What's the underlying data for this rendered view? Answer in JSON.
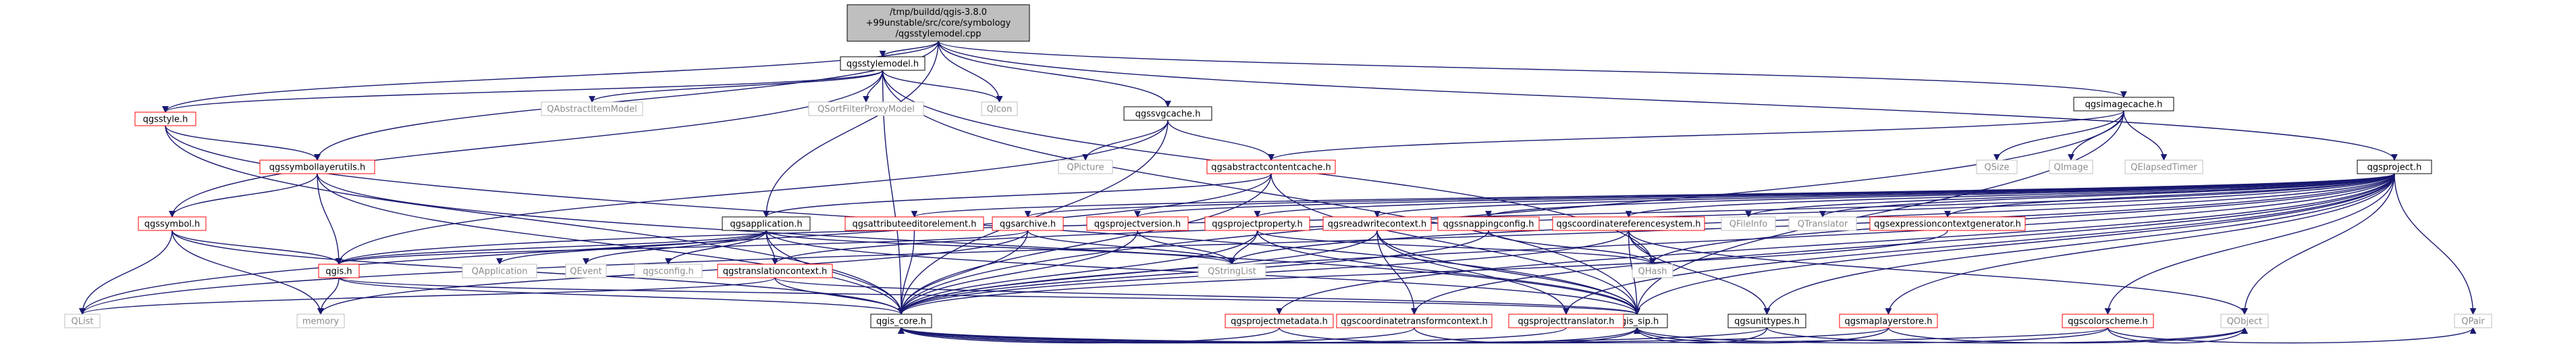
{
  "root": {
    "lines": [
      "/tmp/buildd/qgis-3.8.0",
      "+99unstable/src/core/symbology",
      "/qgsstylemodel.cpp"
    ]
  },
  "nodes": {
    "qgsstylemodel_h": "qgsstylemodel.h",
    "qicon": "QIcon",
    "qgsimagecache_h": "qgsimagecache.h",
    "qgssvgcache_h": "qgssvgcache.h",
    "qgsstyle_h": "qgsstyle.h",
    "qgssymbollayerutils_h": "qgssymbollayerutils.h",
    "qgsapplication_h": "qgsapplication.h",
    "qgsproject_h": "qgsproject.h",
    "qabstractitemmodel": "QAbstractItemModel",
    "qsortfilterproxymodel": "QSortFilterProxyModel",
    "qpicture": "QPicture",
    "qgsabstractcontentcache_h": "qgsabstractcontentcache.h",
    "qsize": "QSize",
    "qimage": "QImage",
    "qelapsedtimer": "QElapsedTimer",
    "qgssymbol_h": "qgssymbol.h",
    "qgis_h": "qgis.h",
    "qlist": "QList",
    "memory": "memory",
    "qgis_core_h": "qgis_core.h",
    "qgis_sip_h": "qgis_sip.h",
    "qapplication": "QApplication",
    "qevent": "QEvent",
    "qgsconfig_h": "qgsconfig.h",
    "qgstranslationcontext_h": "qgstranslationcontext.h",
    "qgsattributeeditorelement_h": "qgsattributeeditorelement.h",
    "qgsarchive_h": "qgsarchive.h",
    "qgsprojectversion_h": "qgsprojectversion.h",
    "qgsprojectproperty_h": "qgsprojectproperty.h",
    "qgsreadwritecontext_h": "qgsreadwritecontext.h",
    "qgssnappingconfig_h": "qgssnappingconfig.h",
    "qgscoordinatereferencesystem_h": "qgscoordinatereferencesystem.h",
    "qfileinfo": "QFileInfo",
    "qtranslator": "QTranslator",
    "qgsexpressioncontextgenerator_h": "qgsexpressioncontextgenerator.h",
    "qstringlist": "QStringList",
    "qhash": "QHash",
    "qgsprojectmetadata_h": "qgsprojectmetadata.h",
    "qgscoordinatetransformcontext_h": "qgscoordinatetransformcontext.h",
    "qgsprojecttranslator_h": "qgsprojecttranslator.h",
    "qgsunittypes_h": "qgsunittypes.h",
    "qgsmaplayerstore_h": "qgsmaplayerstore.h",
    "qgscolorscheme_h": "qgscolorscheme.h",
    "qobject": "QObject",
    "qpair": "QPair"
  }
}
